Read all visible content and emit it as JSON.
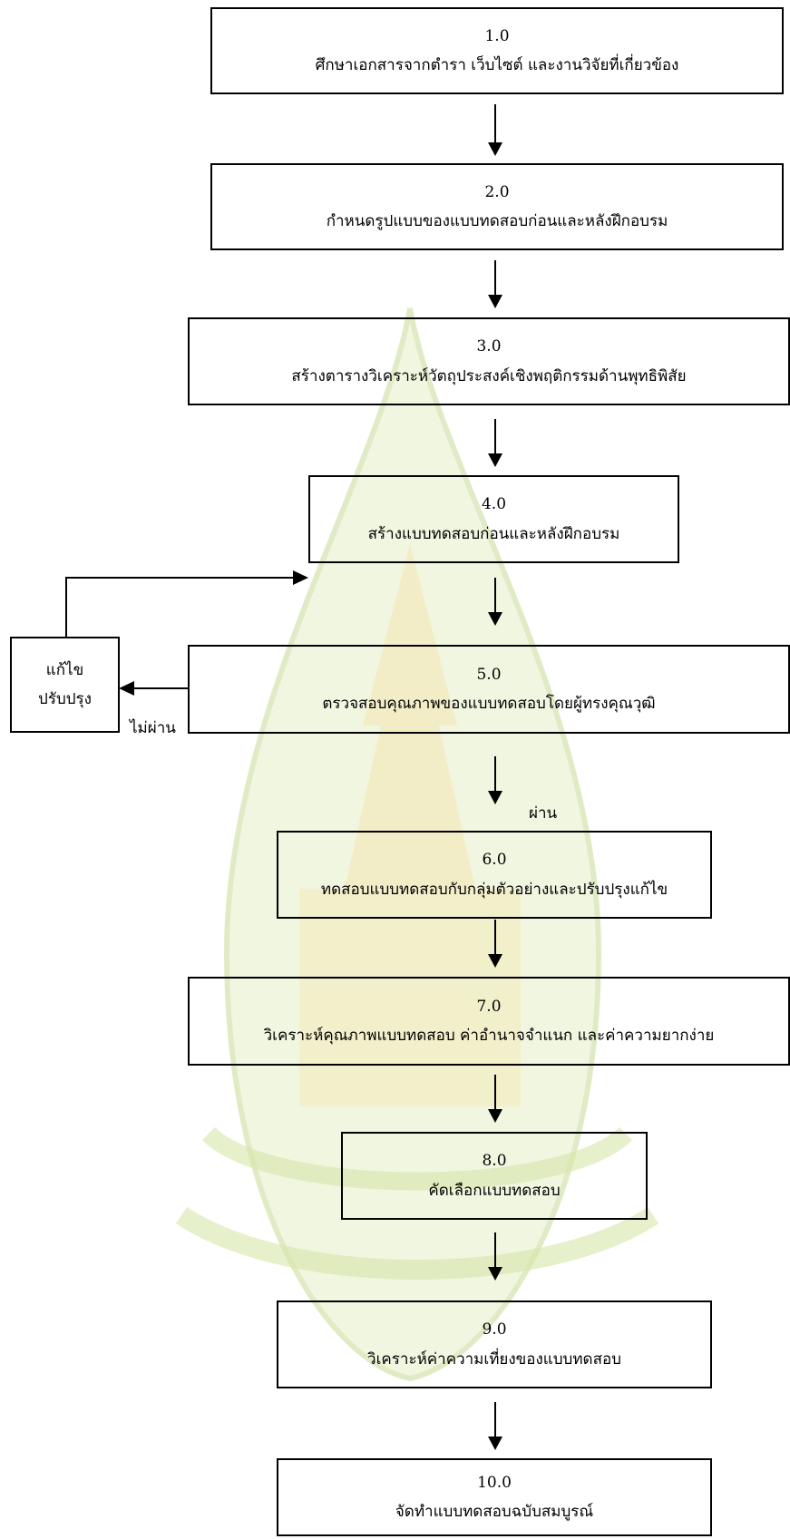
{
  "steps": [
    {
      "number": "1.0",
      "label": "ศึกษาเอกสารจากตำรา เว็บไซต์ และงานวิจัยที่เกี่ยวข้อง"
    },
    {
      "number": "2.0",
      "label": "กำหนดรูปแบบของแบบทดสอบก่อนและหลังฝึกอบรม"
    },
    {
      "number": "3.0",
      "label": "สร้างตารางวิเคราะห์วัตถุประสงค์เชิงพฤติกรรมด้านพุทธิพิสัย"
    },
    {
      "number": "4.0",
      "label": "สร้างแบบทดสอบก่อนและหลังฝึกอบรม"
    },
    {
      "number": "5.0",
      "label": "ตรวจสอบคุณภาพของแบบทดสอบโดยผู้ทรงคุณวุฒิ"
    },
    {
      "number": "6.0",
      "label": "ทดสอบแบบทดสอบกับกลุ่มตัวอย่างและปรับปรุงแก้ไข"
    },
    {
      "number": "7.0",
      "label": "วิเคราะห์คุณภาพแบบทดสอบ ค่าอำนาจจำแนก และค่าความยากง่าย"
    },
    {
      "number": "8.0",
      "label": "คัดเลือกแบบทดสอบ"
    },
    {
      "number": "9.0",
      "label": "วิเคราะห์ค่าความเที่ยงของแบบทดสอบ"
    },
    {
      "number": "10.0",
      "label": "จัดทำแบบทดสอบฉบับสมบูรณ์"
    }
  ],
  "revise_box": {
    "line1": "แก้ไข",
    "line2": "ปรับปรุง"
  },
  "fail_label": "ไม่ผ่าน",
  "pass_label": "ผ่าน",
  "colors": {
    "watermark": "#d9e8b0",
    "watermark_accent": "#f2e2a4",
    "line": "#000000"
  }
}
